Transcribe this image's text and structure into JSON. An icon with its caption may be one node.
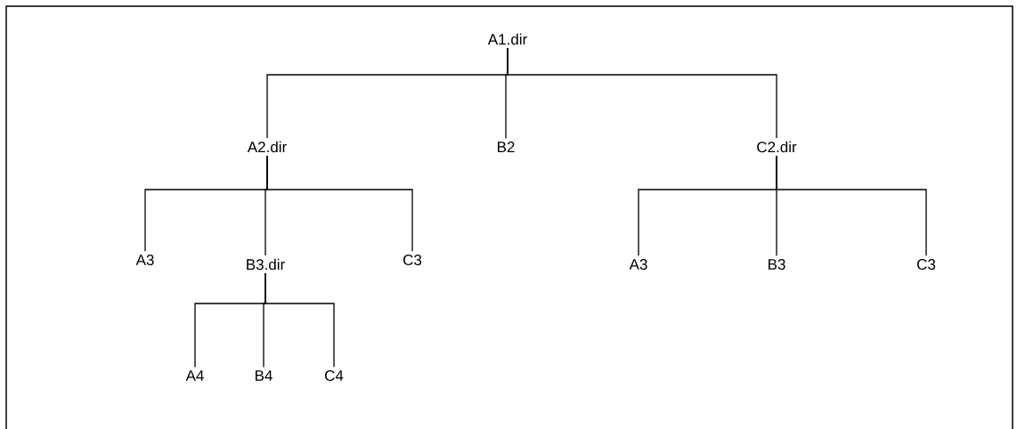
{
  "diagram": {
    "nodes": [
      {
        "text": [
          "A1.dir"
        ]
      },
      {
        "text": [
          "A2.dir"
        ]
      },
      {
        "text": [
          "B2"
        ]
      },
      {
        "text": [
          "C2.dir"
        ]
      },
      {
        "text": [
          "A3"
        ]
      },
      {
        "text": [
          "B3.dir"
        ]
      },
      {
        "text": [
          "C3"
        ]
      },
      {
        "text": [
          "A3"
        ]
      },
      {
        "text": [
          "B3"
        ]
      },
      {
        "text": [
          "C3"
        ]
      },
      {
        "text": [
          "A4"
        ]
      },
      {
        "text": [
          "B4"
        ]
      },
      {
        "text": [
          "C4"
        ]
      }
    ],
    "edges": [
      {
        "from": 0,
        "to": 1,
        "arrow": "none"
      },
      {
        "from": 0,
        "to": 2,
        "arrow": "none"
      },
      {
        "from": 0,
        "to": 3,
        "arrow": "none"
      },
      {
        "from": 1,
        "to": 4,
        "arrow": "none"
      },
      {
        "from": 1,
        "to": 5,
        "arrow": "none"
      },
      {
        "from": 1,
        "to": 6,
        "arrow": "none"
      },
      {
        "from": 3,
        "to": 7,
        "arrow": "none"
      },
      {
        "from": 3,
        "to": 8,
        "arrow": "none"
      },
      {
        "from": 3,
        "to": 9,
        "arrow": "none"
      },
      {
        "from": 5,
        "to": 10,
        "arrow": "none"
      },
      {
        "from": 5,
        "to": 11,
        "arrow": "none"
      },
      {
        "from": 5,
        "to": 12,
        "arrow": "none"
      }
    ]
  }
}
